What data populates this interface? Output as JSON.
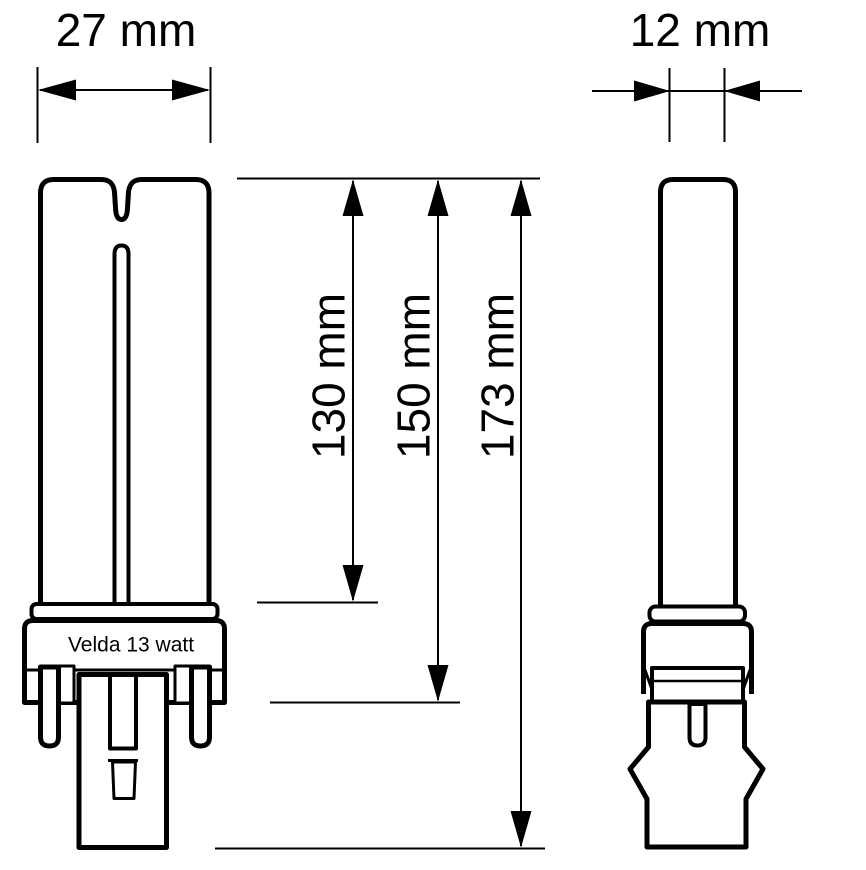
{
  "figure": {
    "description": "Technical dimension drawing of a compact fluorescent pond lamp, front view and side view",
    "background_color": "#ffffff",
    "line_color": "#000000"
  },
  "front_view": {
    "brand_label": "Velda 13 watt"
  },
  "dimensions": {
    "front_width": {
      "label": "27 mm",
      "value_mm": 27,
      "orientation": "horizontal"
    },
    "side_width": {
      "label": "12 mm",
      "value_mm": 12,
      "orientation": "horizontal"
    },
    "tube_length": {
      "label": "130 mm",
      "value_mm": 130,
      "orientation": "vertical"
    },
    "length_to_base_bottom": {
      "label": "150 mm",
      "value_mm": 150,
      "orientation": "vertical"
    },
    "total_length": {
      "label": "173 mm",
      "value_mm": 173,
      "orientation": "vertical"
    }
  }
}
